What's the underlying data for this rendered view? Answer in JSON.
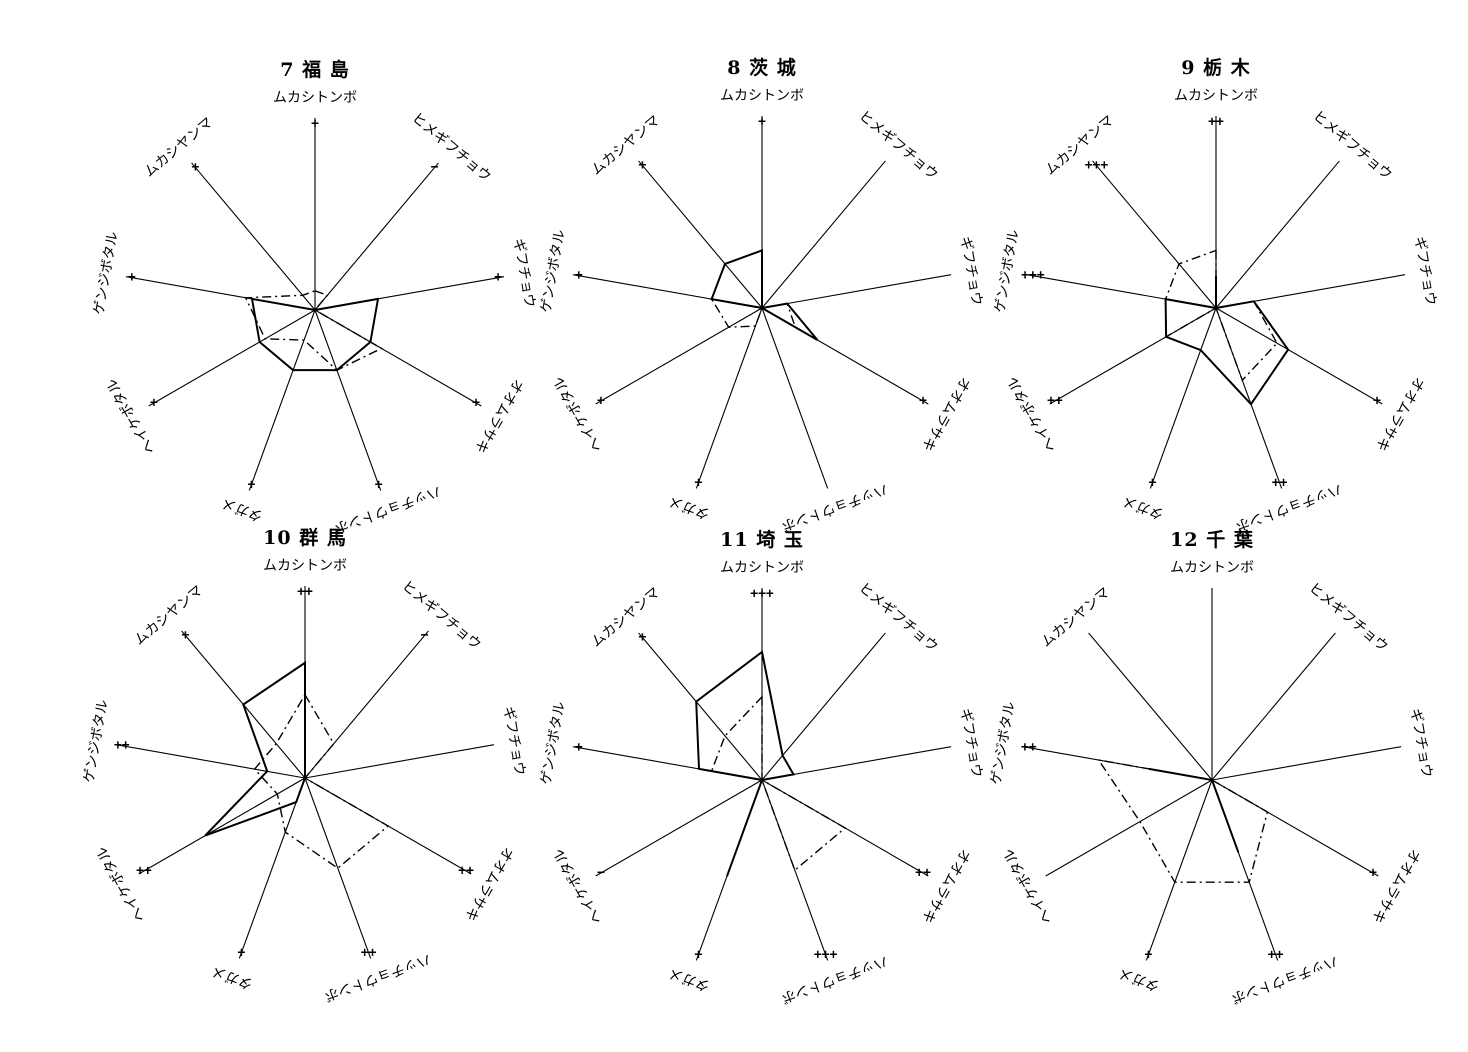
{
  "chart_data": [
    {
      "type": "radar",
      "title": "7 福 島",
      "axes": [
        "ムカシトンボ",
        "ヒメギフチョウ",
        "ギフチョウ",
        "オオムラサキ",
        "ハッチョウトンボ",
        "タガメ",
        "ヘイケボタル",
        "ゲンジボタル",
        "ムカシヤンマ"
      ],
      "range": [
        0,
        3
      ],
      "marks": [
        "+",
        "−",
        "+",
        "+",
        "+",
        "+",
        "+",
        "+",
        "+"
      ],
      "series": [
        {
          "style": "solid",
          "values": [
            0,
            0,
            1.0,
            1.0,
            1.0,
            1.0,
            1.0,
            1.0,
            0
          ]
        },
        {
          "style": "dashdot",
          "values": [
            0.3,
            0.3,
            0,
            1.2,
            1.0,
            0.5,
            0.9,
            1.1,
            0.3
          ]
        }
      ]
    },
    {
      "type": "radar",
      "title": "8 茨 城",
      "axes": [
        "ムカシトンボ",
        "ヒメギフチョウ",
        "ギフチョウ",
        "オオムラサキ",
        "ハッチョウトンボ",
        "タガメ",
        "ヘイケボタル",
        "ゲンジボタル",
        "ムカシヤンマ"
      ],
      "range": [
        0,
        3
      ],
      "marks": [
        "+",
        "",
        "",
        "+",
        "",
        "+",
        "+",
        "+",
        "+"
      ],
      "series": [
        {
          "style": "solid",
          "values": [
            0.9,
            0,
            0.4,
            1.0,
            0,
            0,
            0,
            0.8,
            0.9
          ]
        },
        {
          "style": "dashdot",
          "values": [
            0,
            0,
            0.4,
            0.6,
            0,
            0.3,
            0.6,
            0.8,
            0
          ]
        }
      ]
    },
    {
      "type": "radar",
      "title": "9 栃 木",
      "axes": [
        "ムカシトンボ",
        "ヒメギフチョウ",
        "ギフチョウ",
        "オオムラサキ",
        "ハッチョウトンボ",
        "タガメ",
        "ヘイケボタル",
        "ゲンジボタル",
        "ムカシヤンマ"
      ],
      "range": [
        0,
        3
      ],
      "marks": [
        "++",
        "",
        "",
        "+",
        "++",
        "+",
        "++",
        "+++",
        "+++"
      ],
      "series": [
        {
          "style": "solid",
          "values": [
            0.5,
            0,
            0.6,
            1.3,
            1.6,
            0.7,
            0.9,
            0.8,
            0
          ]
        },
        {
          "style": "dashdot",
          "values": [
            0.9,
            0,
            0.6,
            1.1,
            1.2,
            0,
            0.9,
            0.8,
            0.9
          ]
        }
      ]
    },
    {
      "type": "radar",
      "title": "10 群 馬",
      "axes": [
        "ムカシトンボ",
        "ヒメギフチョウ",
        "ギフチョウ",
        "オオムラサキ",
        "ハッチョウトンボ",
        "タガメ",
        "ヘイケボタル",
        "ゲンジボタル",
        "ムカシヤンマ"
      ],
      "range": [
        0,
        3
      ],
      "marks": [
        "++",
        "−",
        "",
        "++",
        "++",
        "+",
        "++",
        "++",
        "+"
      ],
      "series": [
        {
          "style": "solid",
          "values": [
            1.8,
            0,
            0,
            0,
            0,
            0.4,
            1.8,
            0.6,
            1.5
          ]
        },
        {
          "style": "dashdot",
          "values": [
            1.3,
            0.7,
            0,
            1.5,
            1.5,
            0.9,
            0.5,
            0.8,
            0.7
          ]
        }
      ]
    },
    {
      "type": "radar",
      "title": "11 埼 玉",
      "axes": [
        "ムカシトンボ",
        "ヒメギフチョウ",
        "ギフチョウ",
        "オオムラサキ",
        "ハッチョウトンボ",
        "タガメ",
        "ヘイケボタル",
        "ゲンジボタル",
        "ムカシヤンマ"
      ],
      "range": [
        0,
        3
      ],
      "marks": [
        "+++",
        "",
        "",
        "++",
        "+++",
        "+",
        "−",
        "+",
        "+"
      ],
      "series": [
        {
          "style": "solid",
          "values": [
            2.0,
            0.5,
            0.5,
            0,
            0,
            1.6,
            0,
            1.0,
            1.6
          ]
        },
        {
          "style": "dashdot",
          "values": [
            1.3,
            0,
            0,
            1.5,
            1.5,
            0,
            0,
            0.8,
            0.9
          ]
        }
      ]
    },
    {
      "type": "radar",
      "title": "12 千 葉",
      "axes": [
        "ムカシトンボ",
        "ヒメギフチョウ",
        "ギフチョウ",
        "オオムラサキ",
        "ハッチョウトンボ",
        "タガメ",
        "ヘイケボタル",
        "ゲンジボタル",
        "ムカシヤンマ"
      ],
      "range": [
        0,
        3
      ],
      "marks": [
        "",
        "",
        "",
        "+",
        "++",
        "+",
        "",
        "++",
        ""
      ],
      "series": [
        {
          "style": "solid",
          "values": [
            0,
            0,
            0,
            0,
            1.2,
            0,
            0,
            1.0,
            0
          ]
        },
        {
          "style": "dashdot",
          "values": [
            0,
            0,
            0,
            1.0,
            1.7,
            1.7,
            1.3,
            1.8,
            0
          ]
        }
      ]
    }
  ]
}
